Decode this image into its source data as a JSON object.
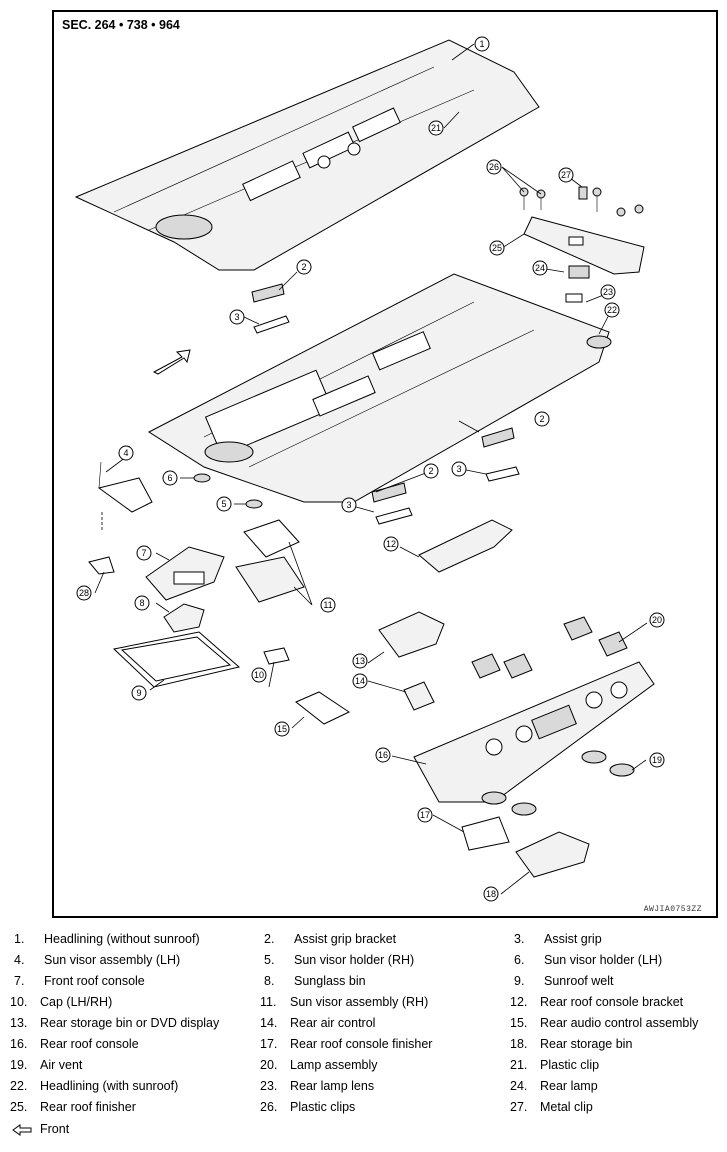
{
  "section_title": "SEC. 264 • 738 • 964",
  "image_code": "AWJIA0753ZZ",
  "callouts": [
    "1",
    "2",
    "3",
    "4",
    "5",
    "6",
    "7",
    "8",
    "9",
    "10",
    "11",
    "12",
    "13",
    "14",
    "15",
    "16",
    "17",
    "18",
    "19",
    "20",
    "21",
    "22",
    "23",
    "24",
    "25",
    "26",
    "27",
    "28"
  ],
  "legend": [
    {
      "num": "1.",
      "text": "Headlining (without sunroof)"
    },
    {
      "num": "2.",
      "text": "Assist grip bracket"
    },
    {
      "num": "3.",
      "text": "Assist grip"
    },
    {
      "num": "4.",
      "text": "Sun visor assembly (LH)"
    },
    {
      "num": "5.",
      "text": "Sun visor holder (RH)"
    },
    {
      "num": "6.",
      "text": "Sun visor holder (LH)"
    },
    {
      "num": "7.",
      "text": "Front roof console"
    },
    {
      "num": "8.",
      "text": "Sunglass bin"
    },
    {
      "num": "9.",
      "text": "Sunroof welt"
    },
    {
      "num": "10.",
      "text": "Cap (LH/RH)"
    },
    {
      "num": "11.",
      "text": "Sun visor assembly (RH)"
    },
    {
      "num": "12.",
      "text": "Rear roof console bracket"
    },
    {
      "num": "13.",
      "text": "Rear storage bin or DVD display"
    },
    {
      "num": "14.",
      "text": "Rear air control"
    },
    {
      "num": "15.",
      "text": "Rear audio control assembly"
    },
    {
      "num": "16.",
      "text": "Rear roof console"
    },
    {
      "num": "17.",
      "text": "Rear roof console finisher"
    },
    {
      "num": "18.",
      "text": "Rear storage bin"
    },
    {
      "num": "19.",
      "text": "Air vent"
    },
    {
      "num": "20.",
      "text": "Lamp assembly"
    },
    {
      "num": "21.",
      "text": "Plastic clip"
    },
    {
      "num": "22.",
      "text": "Headlining (with sunroof)"
    },
    {
      "num": "23.",
      "text": "Rear lamp lens"
    },
    {
      "num": "24.",
      "text": "Rear lamp"
    },
    {
      "num": "25.",
      "text": "Rear roof finisher"
    },
    {
      "num": "26.",
      "text": "Plastic clips"
    },
    {
      "num": "27.",
      "text": "Metal clip"
    }
  ],
  "front_note": {
    "icon": "front-arrow-icon",
    "text": "Front"
  }
}
